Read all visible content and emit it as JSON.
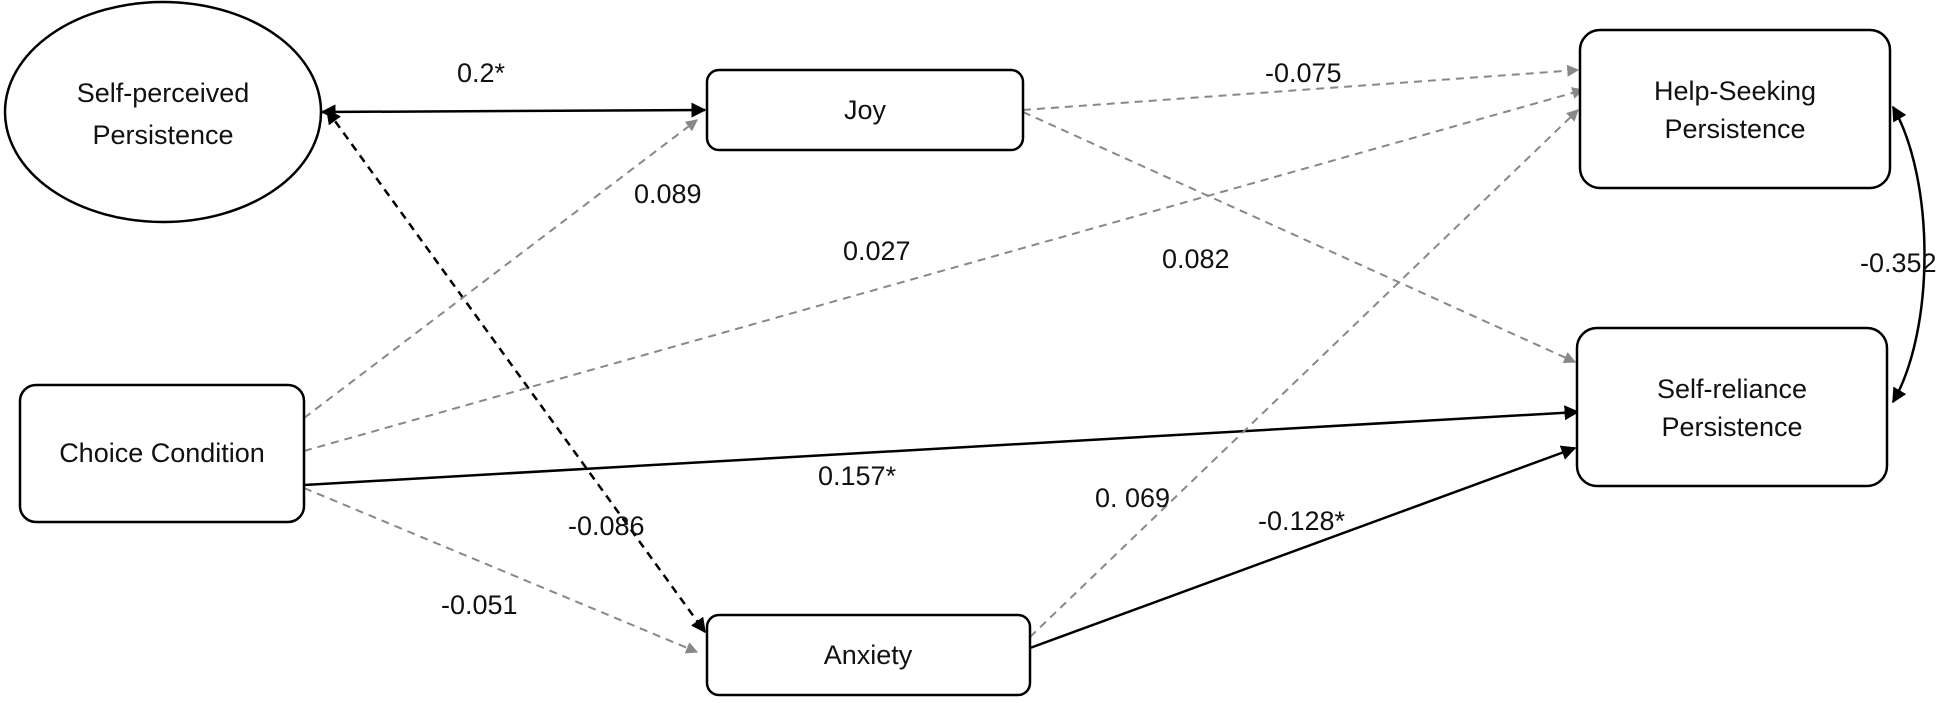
{
  "nodes": {
    "self_perceived": {
      "lines": [
        "Self-perceived",
        "Persistence"
      ]
    },
    "joy": {
      "lines": [
        "Joy"
      ]
    },
    "choice": {
      "lines": [
        "Choice Condition"
      ]
    },
    "anxiety": {
      "lines": [
        "Anxiety"
      ]
    },
    "help_seeking": {
      "lines": [
        "Help-Seeking",
        "Persistence"
      ]
    },
    "self_reliance": {
      "lines": [
        "Self-reliance",
        "Persistence"
      ]
    }
  },
  "edges": [
    {
      "id": "self_perceived-joy",
      "label": "0.2*",
      "significant": true
    },
    {
      "id": "self_perceived-anxiety",
      "label": "-0.086",
      "significant": false
    },
    {
      "id": "choice-joy",
      "label": "0.089",
      "significant": false
    },
    {
      "id": "choice-help_seeking",
      "label": "0.027",
      "significant": false
    },
    {
      "id": "choice-self_reliance",
      "label": "0.157*",
      "significant": true
    },
    {
      "id": "choice-anxiety",
      "label": "-0.051",
      "significant": false
    },
    {
      "id": "joy-help_seeking",
      "label": "-0.075",
      "significant": false
    },
    {
      "id": "joy-self_reliance",
      "label": "0.082",
      "significant": false
    },
    {
      "id": "anxiety-help_seeking",
      "label": "0. 069",
      "significant": false
    },
    {
      "id": "anxiety-self_reliance",
      "label": "-0.128*",
      "significant": true
    },
    {
      "id": "help_seeking-self_reliance",
      "label": "-0.352",
      "significant": false
    }
  ],
  "colors": {
    "significant_path": "#000000",
    "nonsignificant_path": "#888888",
    "node_border": "#000000",
    "text": "#111111"
  }
}
